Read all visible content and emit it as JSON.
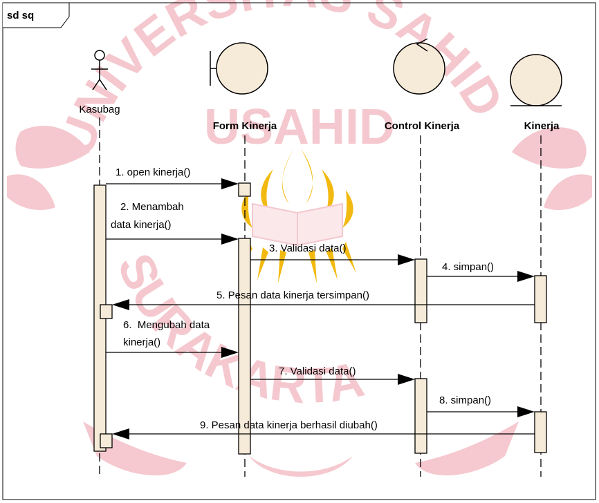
{
  "frame": {
    "label": "sd sq"
  },
  "watermark": {
    "arc_top": "UNIVERSITAS SAHID",
    "center": "USAHID",
    "arc_bottom": "SURAKARTA",
    "colors": {
      "red": "#c81e2a",
      "gold": "#f2b705",
      "pink": "#f4c6cc"
    }
  },
  "participants": [
    {
      "id": "kasubag",
      "name": "Kasubag",
      "kind": "actor"
    },
    {
      "id": "form",
      "name": "Form Kinerja",
      "kind": "boundary"
    },
    {
      "id": "control",
      "name": "Control Kinerja",
      "kind": "control"
    },
    {
      "id": "entity",
      "name": "Kinerja",
      "kind": "entity"
    }
  ],
  "messages": [
    {
      "n": 1,
      "label": "1. open kinerja()",
      "from": "kasubag",
      "to": "form",
      "type": "call"
    },
    {
      "n": 2,
      "label_line1": "2. Menambah",
      "label_line2": "data kinerja()",
      "from": "kasubag",
      "to": "form",
      "type": "call"
    },
    {
      "n": 3,
      "label": "3. Validasi data()",
      "from": "form",
      "to": "control",
      "type": "call"
    },
    {
      "n": 4,
      "label": "4. simpan()",
      "from": "control",
      "to": "entity",
      "type": "call"
    },
    {
      "n": 5,
      "label": "5. Pesan data kinerja tersimpan()",
      "from": "entity",
      "to": "kasubag",
      "type": "return"
    },
    {
      "n": 6,
      "label_line1": "6.  Mengubah data",
      "label_line2": "kinerja()",
      "from": "kasubag",
      "to": "form",
      "type": "call"
    },
    {
      "n": 7,
      "label": "7. Validasi data()",
      "from": "form",
      "to": "control",
      "type": "call"
    },
    {
      "n": 8,
      "label": "8. simpan()",
      "from": "control",
      "to": "entity",
      "type": "call"
    },
    {
      "n": 9,
      "label": "9. Pesan data kinerja berhasil diubah()",
      "from": "entity",
      "to": "kasubag",
      "type": "return"
    }
  ],
  "colors": {
    "activation_fill": "#f6ead8",
    "line": "#000000",
    "circle_fill": "#f6ead8"
  }
}
